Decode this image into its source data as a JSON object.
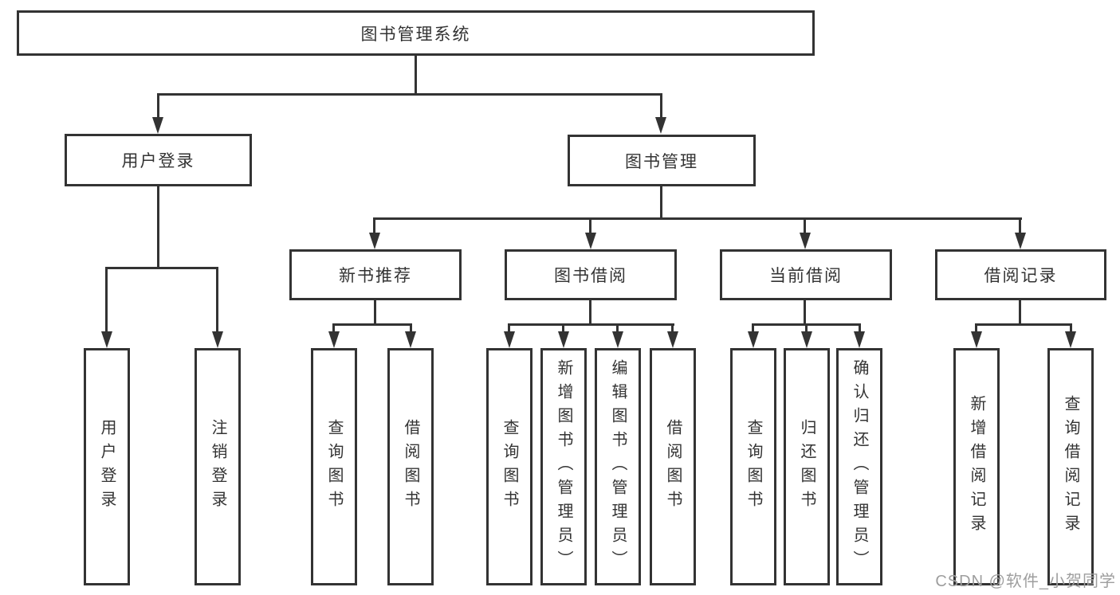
{
  "diagram": {
    "root": {
      "label": "图书管理系统"
    },
    "level2": [
      {
        "label": "用户登录"
      },
      {
        "label": "图书管理"
      }
    ],
    "level3": [
      {
        "label": "新书推荐"
      },
      {
        "label": "图书借阅"
      },
      {
        "label": "当前借阅"
      },
      {
        "label": "借阅记录"
      }
    ],
    "leaves": {
      "user_login": [
        {
          "label": "用户登录"
        },
        {
          "label": "注销登录"
        }
      ],
      "new_book": [
        {
          "label": "查询图书"
        },
        {
          "label": "借阅图书"
        }
      ],
      "book_borrow": [
        {
          "label": "查询图书"
        },
        {
          "label": "新增图书（管理员）"
        },
        {
          "label": "编辑图书（管理员）"
        },
        {
          "label": "借阅图书"
        }
      ],
      "current_borrow": [
        {
          "label": "查询图书"
        },
        {
          "label": "归还图书"
        },
        {
          "label": "确认归还（管理员）"
        }
      ],
      "borrow_record": [
        {
          "label": "新增借阅记录"
        },
        {
          "label": "查询借阅记录"
        }
      ]
    },
    "watermark": "CSDN @软件_小贺同学",
    "colors": {
      "line": "#333333",
      "text": "#333333",
      "watermark": "#9e9e9e",
      "box_bg": "#ffffff"
    }
  }
}
